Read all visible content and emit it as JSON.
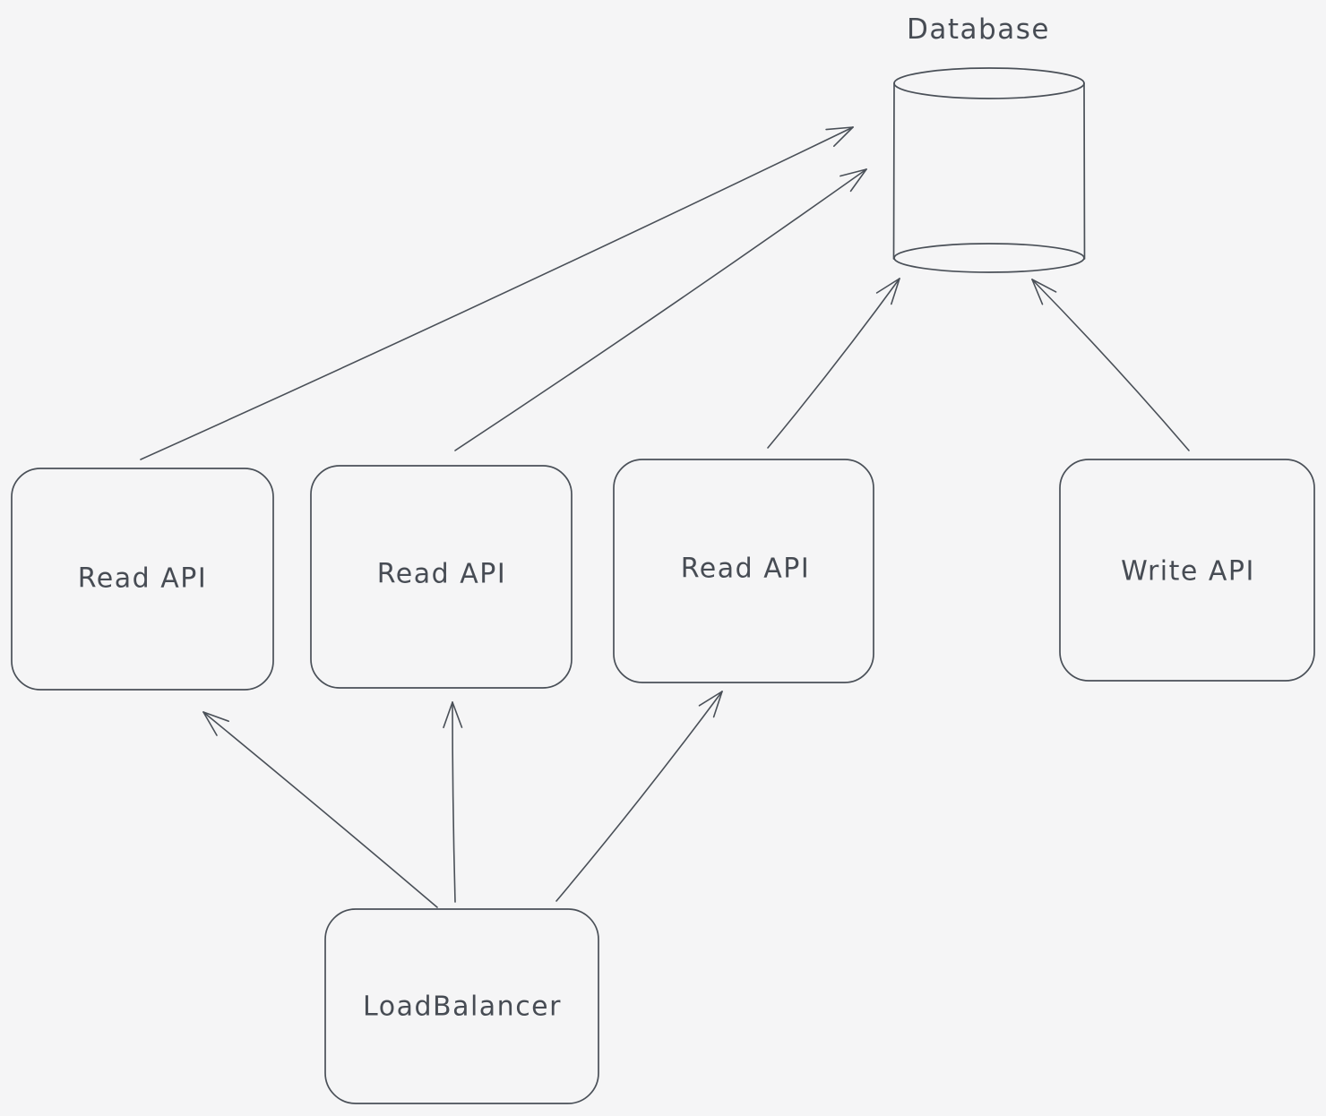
{
  "colors": {
    "background": "#f5f5f6",
    "stroke": "#4a5058",
    "text": "#474c54"
  },
  "diagram": {
    "nodes": [
      {
        "id": "database",
        "type": "cylinder",
        "label": "Database"
      },
      {
        "id": "read-api-1",
        "type": "rounded-rect",
        "label": "Read API"
      },
      {
        "id": "read-api-2",
        "type": "rounded-rect",
        "label": "Read API"
      },
      {
        "id": "read-api-3",
        "type": "rounded-rect",
        "label": "Read API"
      },
      {
        "id": "write-api",
        "type": "rounded-rect",
        "label": "Write API"
      },
      {
        "id": "load-balancer",
        "type": "rounded-rect",
        "label": "LoadBalancer"
      }
    ],
    "edges": [
      {
        "from": "read-api-1",
        "to": "database"
      },
      {
        "from": "read-api-2",
        "to": "database"
      },
      {
        "from": "read-api-3",
        "to": "database"
      },
      {
        "from": "write-api",
        "to": "database"
      },
      {
        "from": "load-balancer",
        "to": "read-api-1"
      },
      {
        "from": "load-balancer",
        "to": "read-api-2"
      },
      {
        "from": "load-balancer",
        "to": "read-api-3"
      }
    ]
  }
}
